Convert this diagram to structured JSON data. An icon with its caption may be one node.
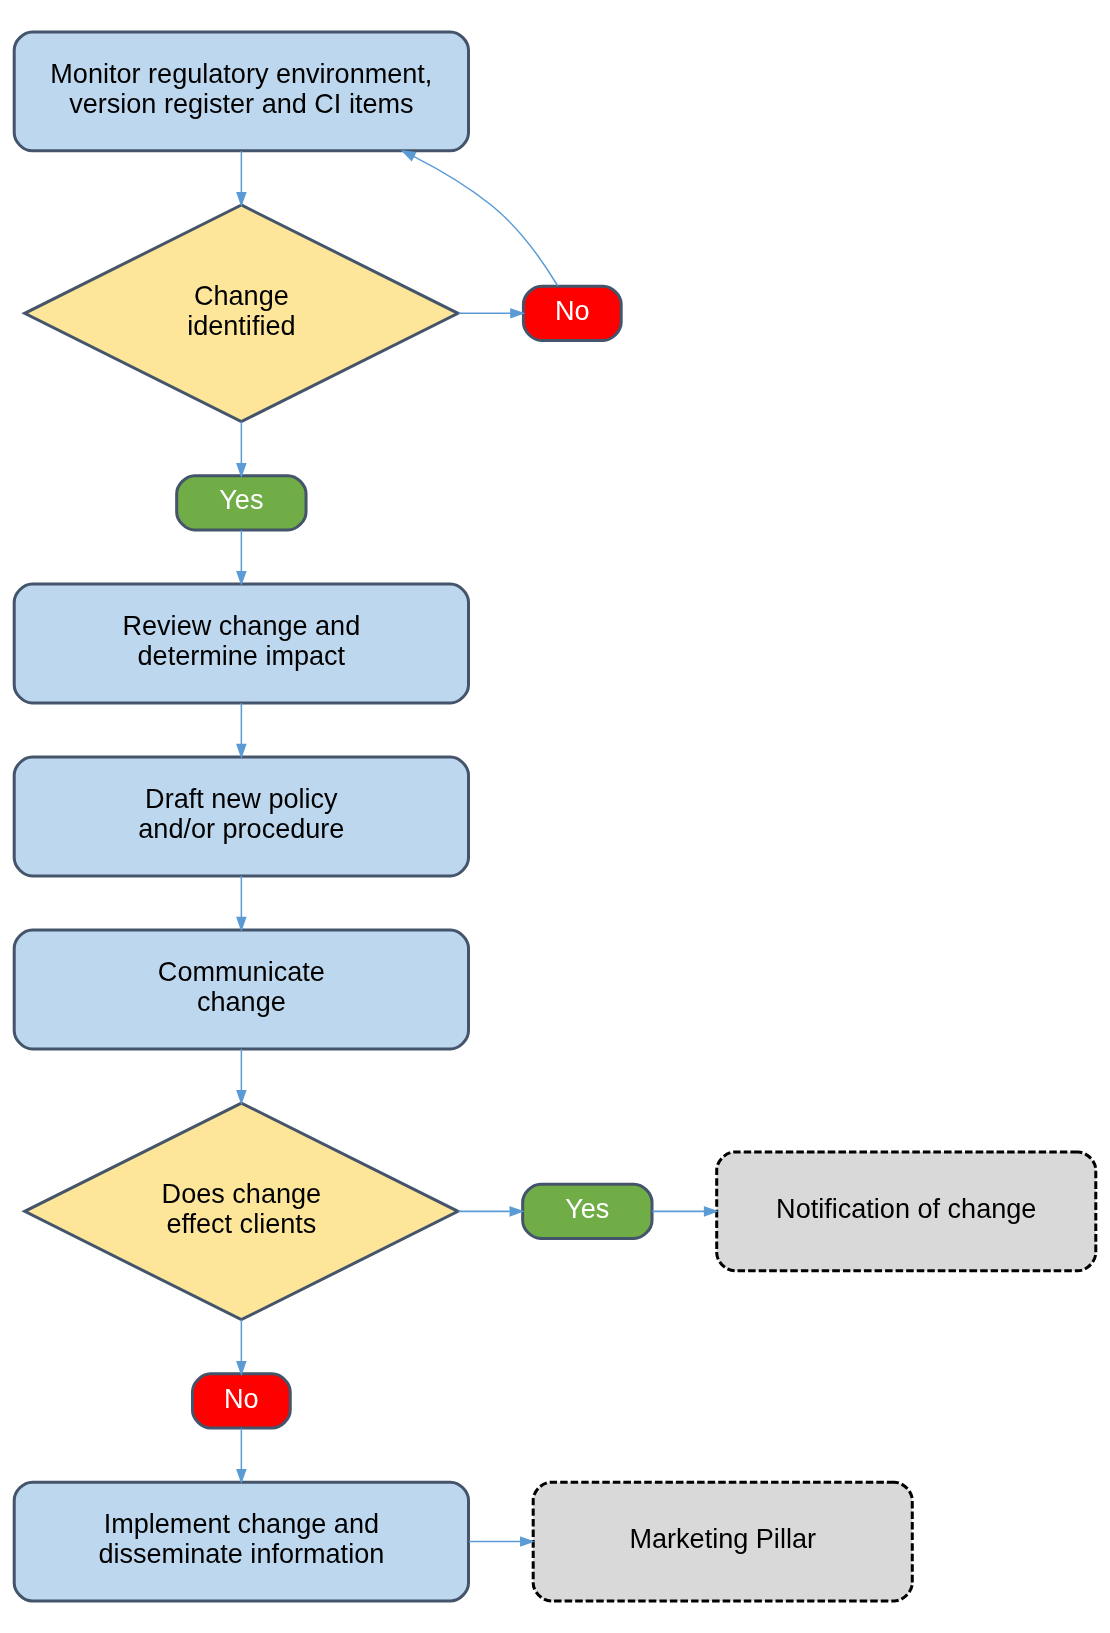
{
  "diagram": {
    "nodes": [
      {
        "text": [
          "Monitor regulatory environment, version register and CI items"
        ]
      },
      {
        "text": [
          "Change identified"
        ]
      },
      {
        "text": [
          "No"
        ]
      },
      {
        "text": [
          "Yes"
        ]
      },
      {
        "text": [
          "Review change and determine impact"
        ]
      },
      {
        "text": [
          "Draft new policy and/or procedure"
        ]
      },
      {
        "text": [
          "Communicate change"
        ]
      },
      {
        "text": [
          "Does change effect clients"
        ]
      },
      {
        "text": [
          "Yes"
        ]
      },
      {
        "text": [
          "Notification of change"
        ]
      },
      {
        "text": [
          "No"
        ]
      },
      {
        "text": [
          "Implement change and disseminate information"
        ]
      },
      {
        "text": [
          "Marketing Pillar"
        ]
      }
    ],
    "edges": [
      {
        "from": 0,
        "to": 1,
        "arrow": "to"
      },
      {
        "from": 1,
        "to": 2,
        "arrow": "to"
      },
      {
        "from": 2,
        "to": 0,
        "arrow": "to"
      },
      {
        "from": 1,
        "to": 3,
        "arrow": "to"
      },
      {
        "from": 3,
        "to": 4,
        "arrow": "to"
      },
      {
        "from": 4,
        "to": 5,
        "arrow": "to"
      },
      {
        "from": 5,
        "to": 6,
        "arrow": "to"
      },
      {
        "from": 6,
        "to": 7,
        "arrow": "to"
      },
      {
        "from": 7,
        "to": 8,
        "arrow": "to"
      },
      {
        "from": 8,
        "to": 9,
        "arrow": "to"
      },
      {
        "from": 7,
        "to": 10,
        "arrow": "to"
      },
      {
        "from": 10,
        "to": 11,
        "arrow": "to"
      },
      {
        "from": 11,
        "to": 12,
        "arrow": "to"
      }
    ]
  }
}
